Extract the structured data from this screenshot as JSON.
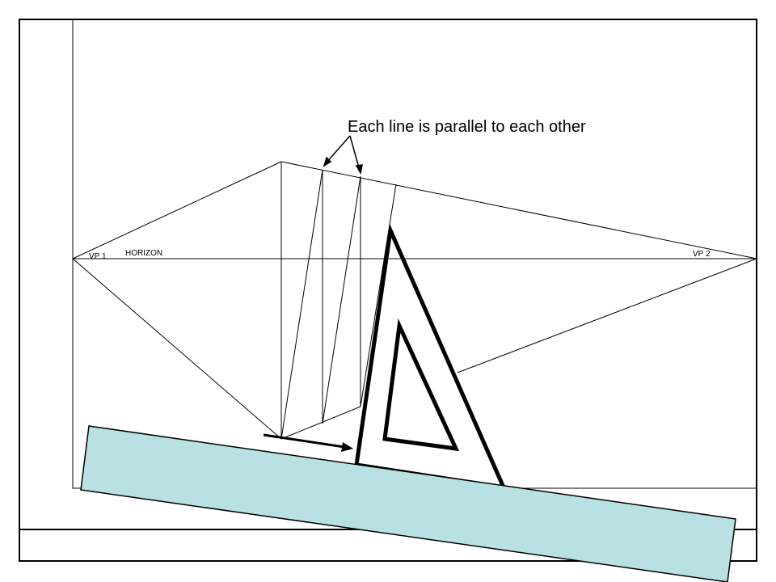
{
  "annotation": "Each line is parallel to each other",
  "labels": {
    "vp1": "VP 1",
    "vp2": "VP 2",
    "horizon": "HORIZON"
  },
  "colors": {
    "background": "#ffffff",
    "line": "#000000",
    "ruler_fill": "#b9e0e3"
  },
  "icons": {
    "triangle": "set-square",
    "ruler": "straight-edge"
  }
}
